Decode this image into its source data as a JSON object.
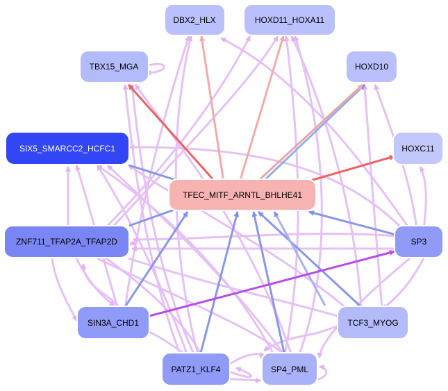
{
  "nodes": {
    "dbx2_hlx": "DBX2_HLX",
    "hoxd11_hoxa11": "HOXD11_HOXA11",
    "tbx15_mga": "TBX15_MGA",
    "hoxd10": "HOXD10",
    "six5": "SIX5_SMARCC2_HCFC1",
    "hoxc11": "HOXC11",
    "tfec": "TFEC_MITF_ARNTL_BHLHE41",
    "znf711": "ZNF711_TFAP2A_TFAP2D",
    "sp3": "SP3",
    "sin3a": "SIN3A_CHD1",
    "tcf3": "TCF3_MYOG",
    "patz1": "PATZ1_KLF4",
    "sp4": "SP4_PML"
  },
  "colors": {
    "hub": "#f7b2b2",
    "six5": "#3346f5",
    "znf711": "#7a86f5",
    "sp3": "#8f9bf7",
    "sin3a": "#8f9bf7",
    "patz1": "#8f9bf7",
    "sp4": "#a9b2f9",
    "tcf3": "#b3bbfa",
    "light": "#b9c0fb",
    "edge_red": "#f06060",
    "edge_pink": "#f7a9a9",
    "edge_blue": "#6f82ec",
    "edge_lavender": "#e4b8f4",
    "edge_purple": "#b84af0"
  }
}
